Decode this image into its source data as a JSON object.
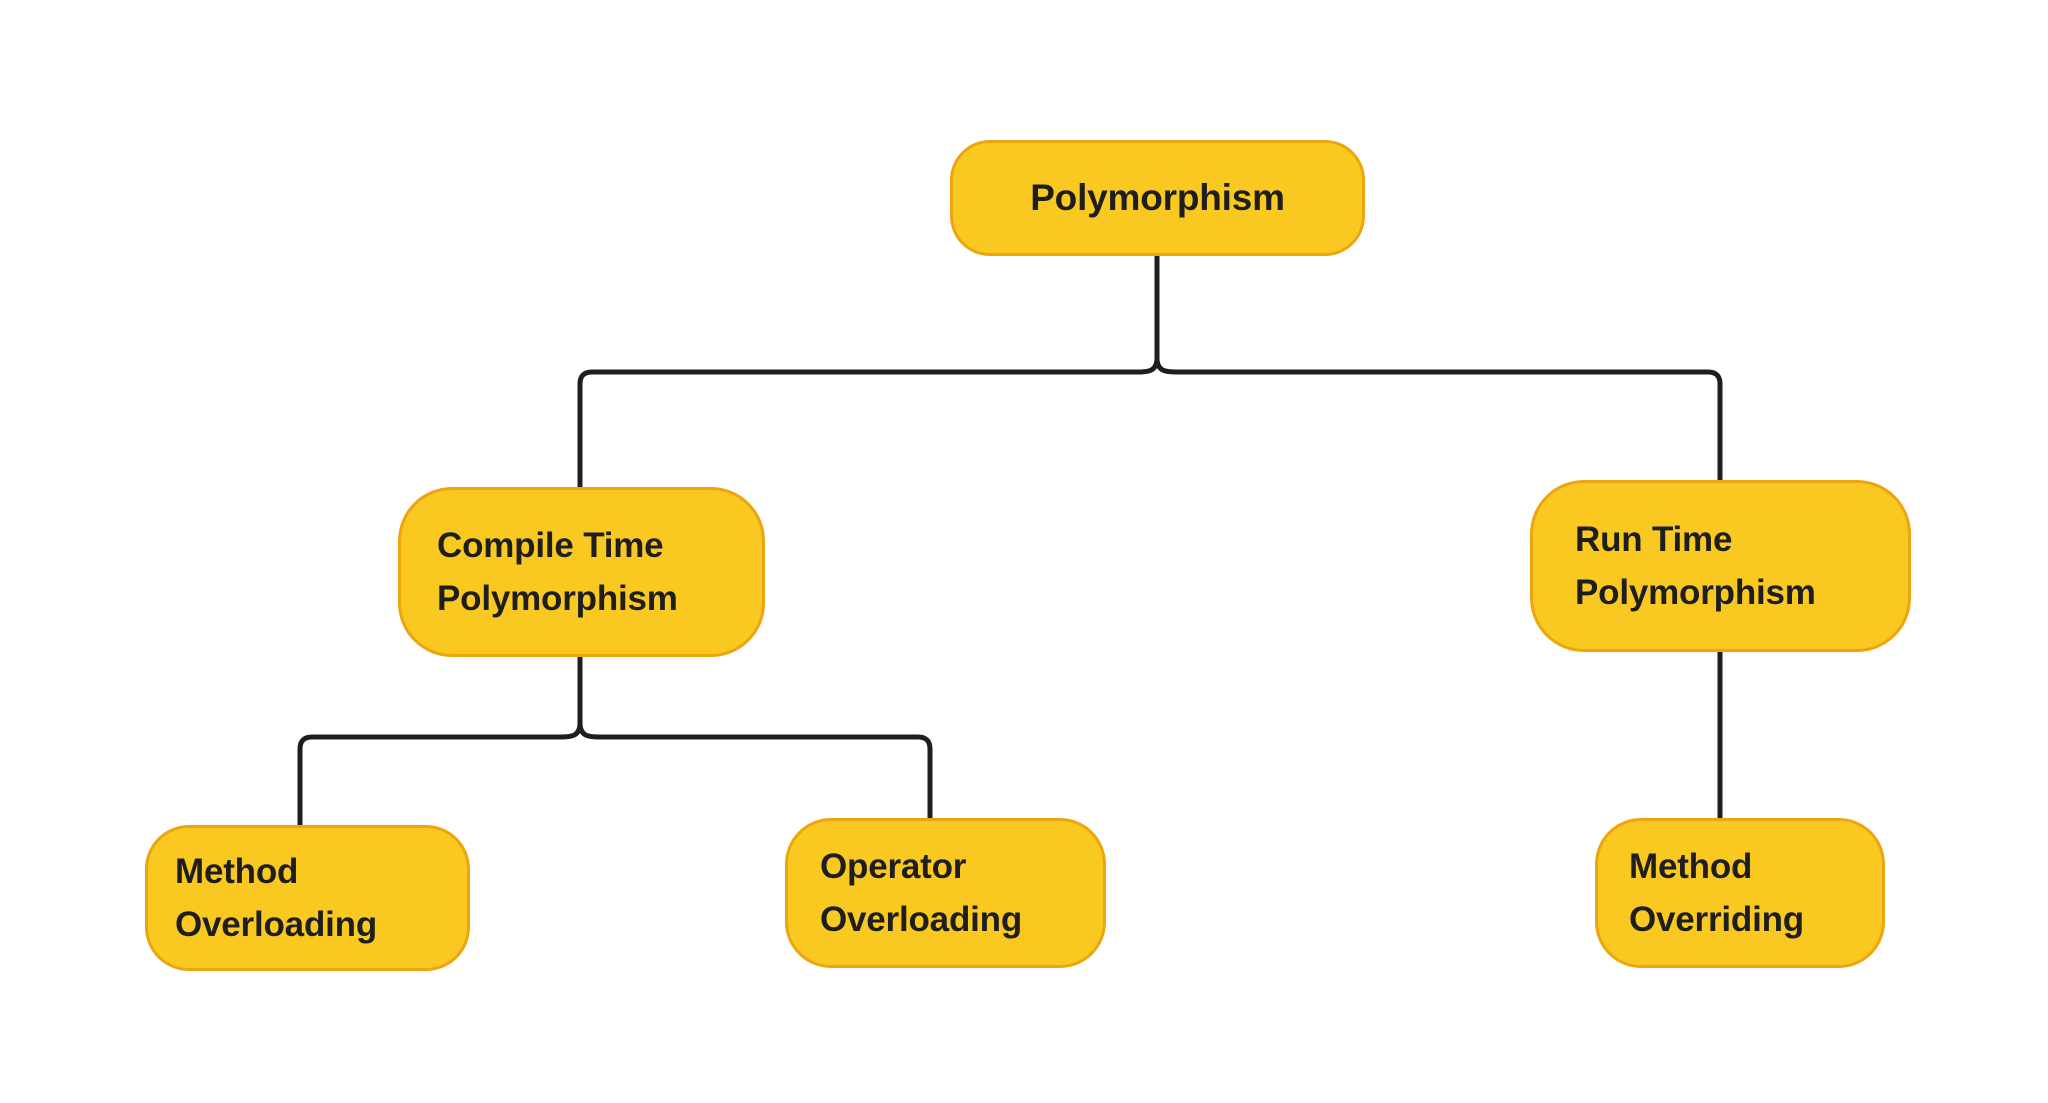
{
  "diagram": {
    "title": "Polymorphism",
    "type": "hierarchy-tree",
    "orientation": "top-down",
    "colors": {
      "node_fill": "#F9C922",
      "node_border": "#EDA50F",
      "node_text": "#1E1E1E",
      "connector": "#1E1E1E",
      "background": "#FFFFFF"
    },
    "nodes": [
      {
        "id": "root",
        "level": 0,
        "lines": [
          "Polymorphism"
        ],
        "align": "center"
      },
      {
        "id": "compile-time",
        "level": 1,
        "lines": [
          "Compile Time",
          "Polymorphism"
        ],
        "align": "left"
      },
      {
        "id": "run-time",
        "level": 1,
        "lines": [
          "Run Time",
          "Polymorphism"
        ],
        "align": "left"
      },
      {
        "id": "method-overloading",
        "level": 2,
        "lines": [
          "Method",
          "Overloading"
        ],
        "align": "left"
      },
      {
        "id": "operator-overloading",
        "level": 2,
        "lines": [
          "Operator",
          "Overloading"
        ],
        "align": "left"
      },
      {
        "id": "method-overriding",
        "level": 2,
        "lines": [
          "Method",
          "Overriding"
        ],
        "align": "left"
      }
    ],
    "edges": [
      {
        "from": "root",
        "to": "compile-time"
      },
      {
        "from": "root",
        "to": "run-time"
      },
      {
        "from": "compile-time",
        "to": "method-overloading"
      },
      {
        "from": "compile-time",
        "to": "operator-overloading"
      },
      {
        "from": "run-time",
        "to": "method-overriding"
      }
    ]
  }
}
